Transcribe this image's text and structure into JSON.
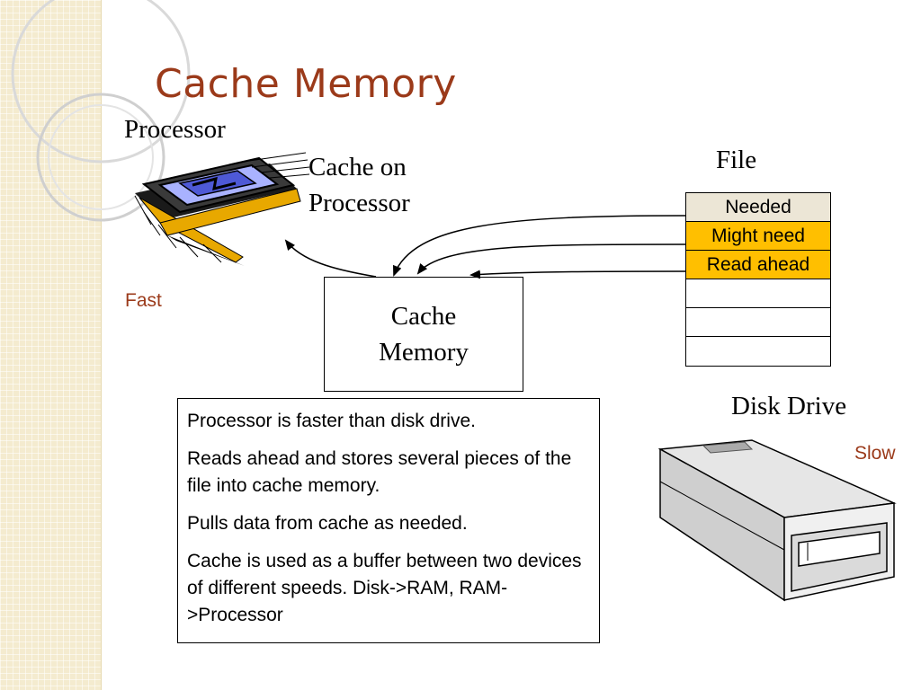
{
  "title": "Cache Memory",
  "labels": {
    "processor": "Processor",
    "cache_on_line1": "Cache on",
    "cache_on_line2": "Processor",
    "file": "File",
    "disk_drive": "Disk Drive",
    "fast": "Fast",
    "slow": "Slow"
  },
  "cache_box": {
    "line1": "Cache",
    "line2": "Memory"
  },
  "file_blocks": [
    {
      "label": "Needed",
      "color": "#ece6d6"
    },
    {
      "label": "Might need",
      "color": "#ffbf00"
    },
    {
      "label": "Read ahead",
      "color": "#ffbf00"
    },
    {
      "label": "",
      "color": "#ffffff"
    },
    {
      "label": "",
      "color": "#ffffff"
    },
    {
      "label": "",
      "color": "#ffffff"
    }
  ],
  "notes": [
    "Processor is faster than disk drive.",
    "Reads ahead and stores several pieces of the file into cache memory.",
    "Pulls data from cache as needed.",
    "Cache is used as a buffer between two devices of different speeds. Disk->RAM, RAM->Processor"
  ],
  "colors": {
    "title": "#9b3a1a",
    "accent_label": "#9b3a1a",
    "side_band": "#f4ebcf"
  }
}
